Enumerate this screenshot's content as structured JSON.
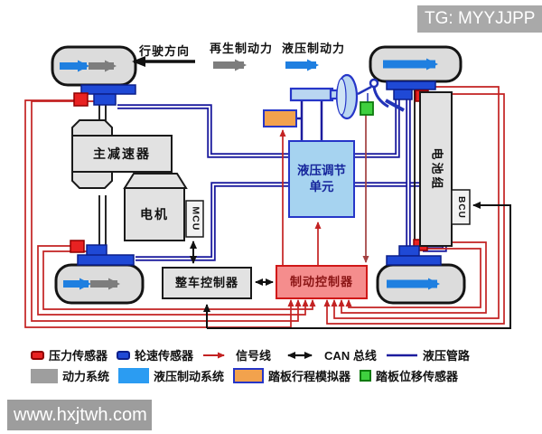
{
  "badge": {
    "tg": "TG: MYYJJPP"
  },
  "watermark": "www.hxjtwh.com",
  "arrows": {
    "drive_direction": "行驶方向",
    "regen_braking": "再生制动力",
    "hydraulic_braking": "液压制动力"
  },
  "components": {
    "main_reducer": "主减速器",
    "motor": "电机",
    "mcu": "MCU",
    "vcu": "整车控制器",
    "brake_controller": "制动控制器",
    "hydraulic_unit": "液压调节单元",
    "battery_pack": "电池组",
    "bcu": "BCU"
  },
  "legend": {
    "row1": [
      {
        "icon": "pressure-sensor-swatch",
        "label": "压力传感器"
      },
      {
        "icon": "wheel-speed-sensor-swatch",
        "label": "轮速传感器"
      },
      {
        "icon": "signal-line-arrow",
        "label": "信号线"
      },
      {
        "icon": "can-bus-arrow",
        "label": "CAN 总线"
      },
      {
        "icon": "hydraulic-line-swatch",
        "label": "液压管路"
      }
    ],
    "row2": [
      {
        "icon": "power-system-swatch",
        "label": "动力系统"
      },
      {
        "icon": "hydraulic-brake-swatch",
        "label": "液压制动系统"
      },
      {
        "icon": "pedal-simulator-swatch",
        "label": "踏板行程模拟器"
      },
      {
        "icon": "pedal-displacement-swatch",
        "label": "踏板位移传感器"
      }
    ]
  },
  "colors": {
    "hydraulic_line": "#1c1c9e",
    "signal_line": "#c32222",
    "can_line": "#111111",
    "hydraulic_brake_blue": "#2b9cf2",
    "power_gray": "#9e9e9e",
    "hcu_fill": "#a6d3f0",
    "hcu_text": "#16269c",
    "brake_ctrl_fill": "#f58d8d",
    "simulator_orange": "#f2a24d",
    "pedal_sensor_green": "#3fd03f",
    "pressure_red": "#e82222",
    "wheel_speed_blue": "#1f49d6",
    "arrow_blue": "#1f7fe0",
    "arrow_gray": "#7d7d7d"
  }
}
